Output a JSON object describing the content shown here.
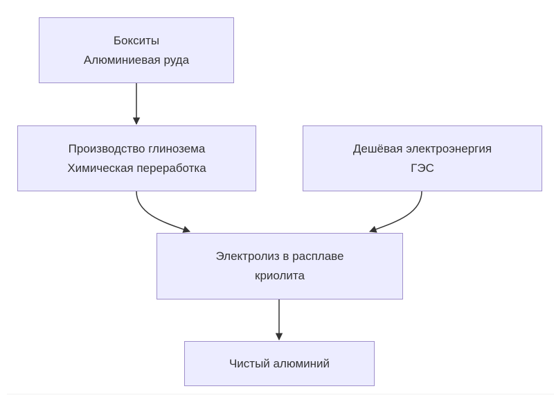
{
  "diagram": {
    "type": "flowchart",
    "direction": "top-to-bottom",
    "colors": {
      "node_fill": "#ECECFF",
      "node_border": "#9F8FCB",
      "edge": "#333333",
      "text": "#333333"
    },
    "nodes": [
      {
        "id": "bauxite",
        "lines": [
          "Бокситы",
          "Алюминиевая руда"
        ]
      },
      {
        "id": "alumina",
        "lines": [
          "Производство глинозема",
          "Химическая переработка"
        ]
      },
      {
        "id": "energy",
        "lines": [
          "Дешёвая электроэнергия",
          "ГЭС"
        ]
      },
      {
        "id": "electrolysis",
        "lines": [
          "Электролиз в расплаве",
          "криолита"
        ]
      },
      {
        "id": "aluminum",
        "lines": [
          "Чистый алюминий"
        ]
      }
    ],
    "edges": [
      {
        "from": "bauxite",
        "to": "alumina"
      },
      {
        "from": "alumina",
        "to": "electrolysis"
      },
      {
        "from": "energy",
        "to": "electrolysis"
      },
      {
        "from": "electrolysis",
        "to": "aluminum"
      }
    ]
  }
}
